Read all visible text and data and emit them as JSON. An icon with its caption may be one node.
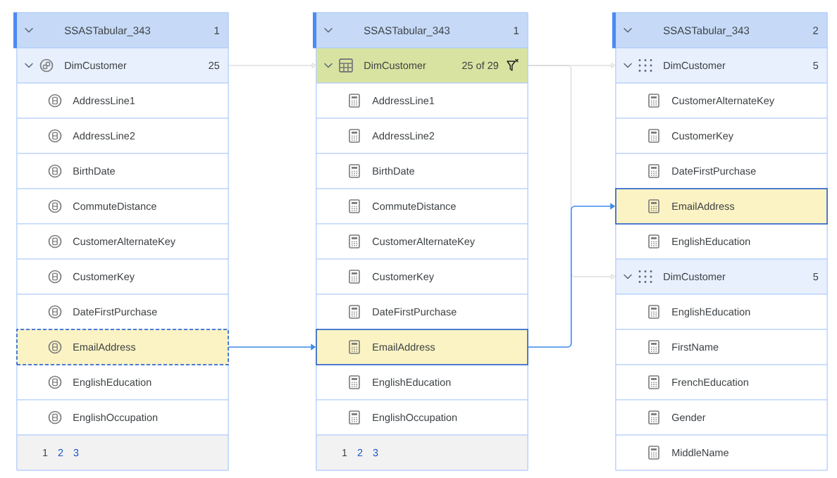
{
  "diagram": {
    "nodes": [
      {
        "text": [
          "SSASTabular_343",
          "1"
        ]
      },
      {
        "text": [
          "DimCustomer",
          "25"
        ],
        "in": 0
      },
      {
        "text": [
          "AddressLine1"
        ],
        "in": 0
      },
      {
        "text": [
          "AddressLine2"
        ],
        "in": 0
      },
      {
        "text": [
          "BirthDate"
        ],
        "in": 0
      },
      {
        "text": [
          "CommuteDistance"
        ],
        "in": 0
      },
      {
        "text": [
          "CustomerAlternateKey"
        ],
        "in": 0
      },
      {
        "text": [
          "CustomerKey"
        ],
        "in": 0
      },
      {
        "text": [
          "DateFirstPurchase"
        ],
        "in": 0
      },
      {
        "text": [
          "EmailAddress"
        ],
        "in": 0
      },
      {
        "text": [
          "EnglishEducation"
        ],
        "in": 0
      },
      {
        "text": [
          "EnglishOccupation"
        ],
        "in": 0
      },
      {
        "text": [
          "SSASTabular_343",
          "1"
        ]
      },
      {
        "text": [
          "DimCustomer",
          "25 of 29"
        ],
        "in": 12
      },
      {
        "text": [
          "AddressLine1"
        ],
        "in": 12
      },
      {
        "text": [
          "AddressLine2"
        ],
        "in": 12
      },
      {
        "text": [
          "BirthDate"
        ],
        "in": 12
      },
      {
        "text": [
          "CommuteDistance"
        ],
        "in": 12
      },
      {
        "text": [
          "CustomerAlternateKey"
        ],
        "in": 12
      },
      {
        "text": [
          "CustomerKey"
        ],
        "in": 12
      },
      {
        "text": [
          "DateFirstPurchase"
        ],
        "in": 12
      },
      {
        "text": [
          "EmailAddress"
        ],
        "in": 12
      },
      {
        "text": [
          "EnglishEducation"
        ],
        "in": 12
      },
      {
        "text": [
          "EnglishOccupation"
        ],
        "in": 12
      },
      {
        "text": [
          "SSASTabular_343",
          "2"
        ]
      },
      {
        "text": [
          "DimCustomer",
          "5"
        ],
        "in": 24
      },
      {
        "text": [
          "CustomerAlternateKey"
        ],
        "in": 24
      },
      {
        "text": [
          "CustomerKey"
        ],
        "in": 24
      },
      {
        "text": [
          "DateFirstPurchase"
        ],
        "in": 24
      },
      {
        "text": [
          "EmailAddress"
        ],
        "in": 24
      },
      {
        "text": [
          "EnglishEducation"
        ],
        "in": 24
      },
      {
        "text": [
          "DimCustomer",
          "5"
        ],
        "in": 24
      },
      {
        "text": [
          "EnglishEducation"
        ],
        "in": 24
      },
      {
        "text": [
          "FirstName"
        ],
        "in": 24
      },
      {
        "text": [
          "FrenchEducation"
        ],
        "in": 24
      },
      {
        "text": [
          "Gender"
        ],
        "in": 24
      },
      {
        "text": [
          "MiddleName"
        ],
        "in": 24
      }
    ],
    "edges": [
      {
        "from": 1,
        "to": 13,
        "arrow": "to"
      },
      {
        "from": 9,
        "to": 21,
        "arrow": "to",
        "color": "#3b8beb"
      },
      {
        "from": 13,
        "to": 25,
        "arrow": "to"
      },
      {
        "from": 13,
        "to": 31,
        "arrow": "to"
      },
      {
        "from": 21,
        "to": 29,
        "arrow": "to",
        "color": "#3b8beb"
      }
    ],
    "labels": [
      "1",
      "2",
      "3",
      "1",
      "2",
      "3"
    ]
  }
}
